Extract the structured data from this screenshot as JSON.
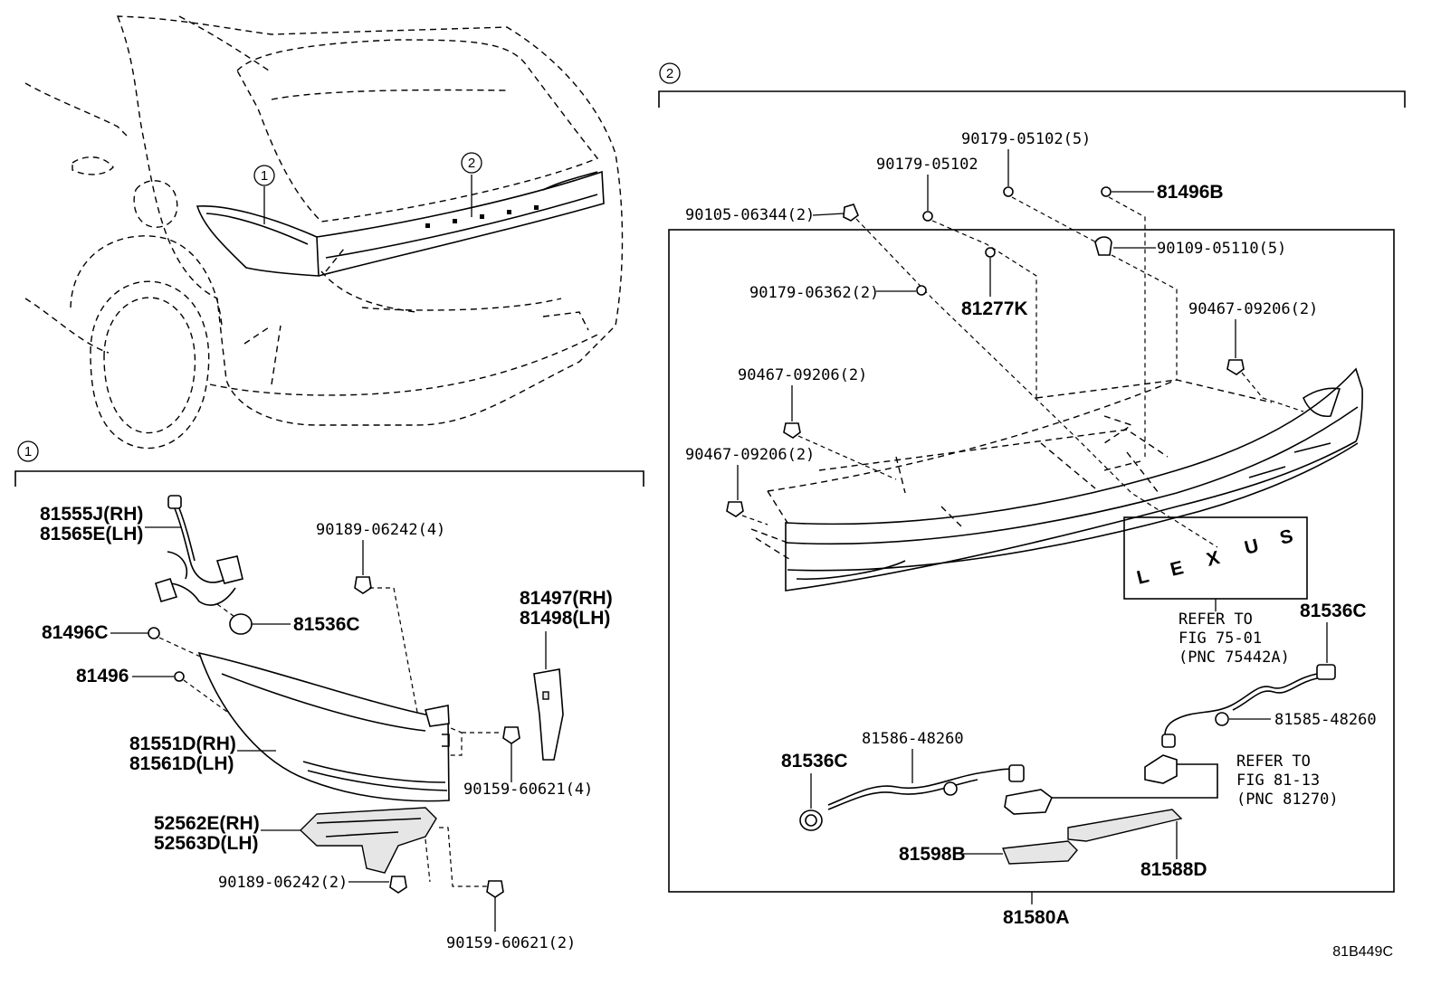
{
  "diagram": {
    "callouts": {
      "c1_car": "1",
      "c2_car": "2",
      "c1_section": "1",
      "c2_section": "2"
    },
    "section2": {
      "p90179_05102_5": "90179-05102(5)",
      "p90179_05102": "90179-05102",
      "p81496B": "81496B",
      "p90105_06344_2": "90105-06344(2)",
      "p90109_05110_5": "90109-05110(5)",
      "p90179_06362_2": "90179-06362(2)",
      "p81277K": "81277K",
      "p90467_09206_2_a": "90467-09206(2)",
      "p90467_09206_2_b": "90467-09206(2)",
      "p90467_09206_2_c": "90467-09206(2)",
      "emblem_letters": [
        "L",
        "E",
        "X",
        "U",
        "S"
      ],
      "refer1_line1": "REFER TO",
      "refer1_line2": "FIG 75-01",
      "refer1_line3": "(PNC 75442A)",
      "p81536C_right": "81536C",
      "p81585_48260": "81585-48260",
      "p81586_48260": "81586-48260",
      "p81536C_left": "81536C",
      "refer2_line1": "REFER TO",
      "refer2_line2": "FIG 81-13",
      "refer2_line3": "(PNC 81270)",
      "p81598B": "81598B",
      "p81588D": "81588D",
      "p81580A": "81580A"
    },
    "section1": {
      "p81555J": "81555J(RH)",
      "p81565E": "81565E(LH)",
      "p90189_06242_4": "90189-06242(4)",
      "p81536C": "81536C",
      "p81496C": "81496C",
      "p81496": "81496",
      "p81497": "81497(RH)",
      "p81498": "81498(LH)",
      "p81551D": "81551D(RH)",
      "p81561D": "81561D(LH)",
      "p90159_60621_4": "90159-60621(4)",
      "p52562E": "52562E(RH)",
      "p52563D": "52563D(LH)",
      "p90189_06242_2": "90189-06242(2)",
      "p90159_60621_2": "90159-60621(2)"
    },
    "figure_code": "81B449C"
  }
}
